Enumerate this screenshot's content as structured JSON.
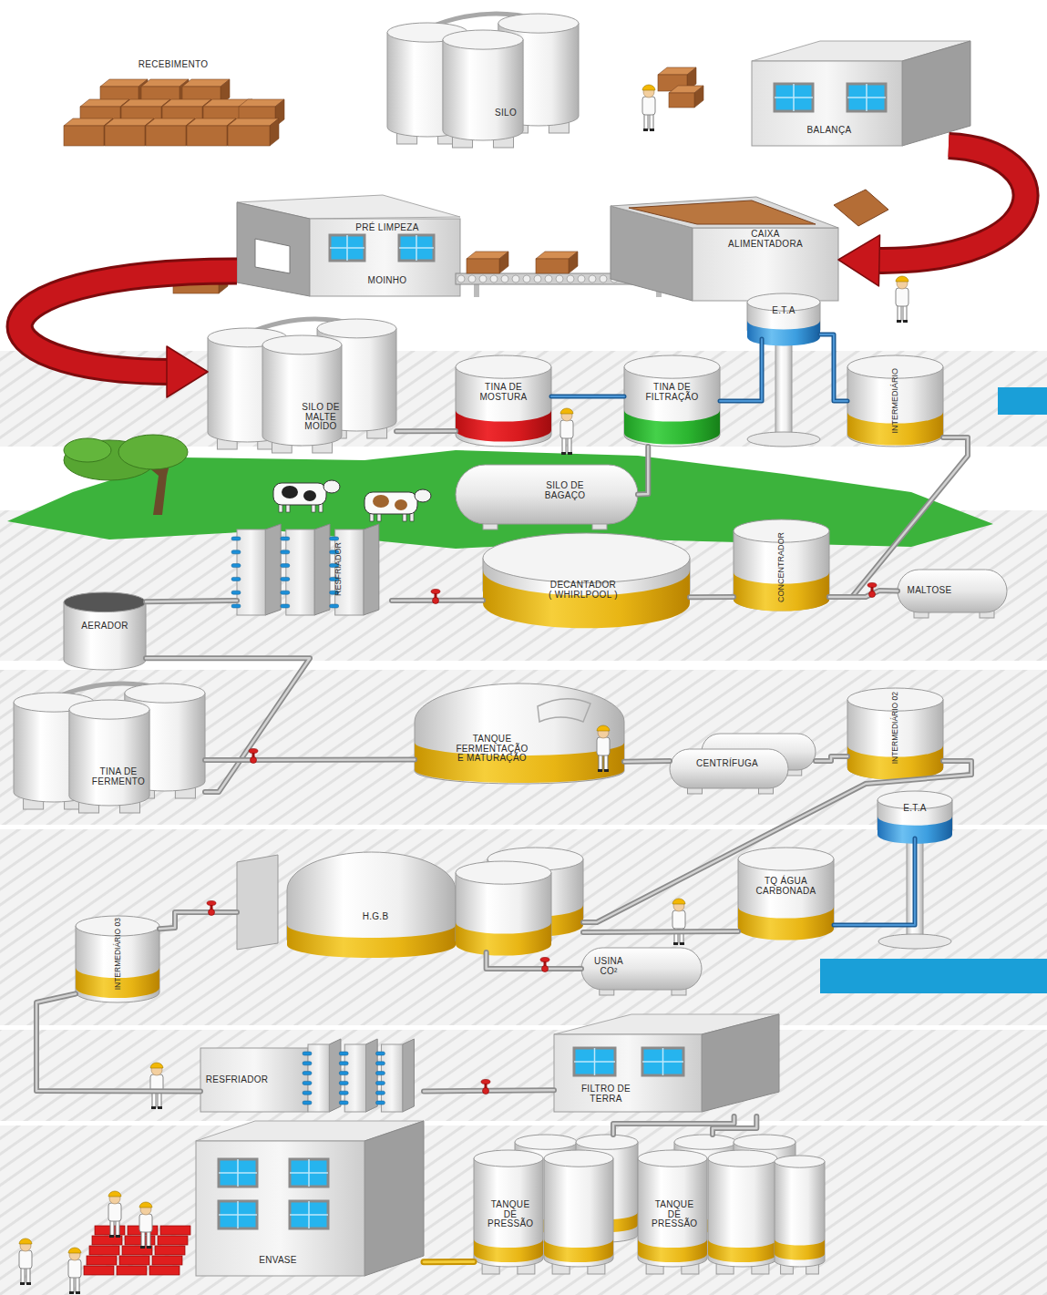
{
  "diagram": {
    "nodes": [
      {
        "text": [
          "RECEBIMENTO"
        ]
      },
      {
        "text": [
          "SILO"
        ]
      },
      {
        "text": [
          "BALANÇA"
        ]
      },
      {
        "text": [
          "PRÉ LIMPEZA",
          "MOINHO"
        ]
      },
      {
        "text": [
          "CAIXA ALIMENTADORA"
        ]
      },
      {
        "text": [
          "E.T.A"
        ]
      },
      {
        "text": [
          "SILO DE MALTE MOÍDO"
        ]
      },
      {
        "text": [
          "TINA DE MOSTURA"
        ]
      },
      {
        "text": [
          "TINA DE FILTRAÇÃO"
        ]
      },
      {
        "text": [
          "INTERMEDIÁRIO"
        ]
      },
      {
        "text": [
          "SILO DE BAGAÇO"
        ]
      },
      {
        "text": [
          "RESFRIADOR"
        ]
      },
      {
        "text": [
          "DECANTADOR ( WHIRLPOOL )"
        ]
      },
      {
        "text": [
          "CONCENTRADOR"
        ]
      },
      {
        "text": [
          "MALTOSE"
        ]
      },
      {
        "text": [
          "AERADOR"
        ]
      },
      {
        "text": [
          "TINA DE FERMENTO"
        ]
      },
      {
        "text": [
          "TANQUE FERMENTAÇÃO E MATURAÇÃO"
        ]
      },
      {
        "text": [
          "CENTRÍFUGA"
        ]
      },
      {
        "text": [
          "INTERMEDIÁRIO 02"
        ]
      },
      {
        "text": [
          "E.T.A"
        ]
      },
      {
        "text": [
          "H.G.B"
        ]
      },
      {
        "text": [
          "TQ ÁGUA CARBONADA"
        ]
      },
      {
        "text": [
          "USINA CO²"
        ]
      },
      {
        "text": [
          "INTERMEDIÁRIO 03"
        ]
      },
      {
        "text": [
          "RESFRIADOR"
        ]
      },
      {
        "text": [
          "FILTRO DE TERRA"
        ]
      },
      {
        "text": [
          "ENVASE"
        ]
      },
      {
        "text": [
          "TANQUE DE PRESSÃO"
        ]
      },
      {
        "text": [
          "TANQUE DE PRESSÃO"
        ]
      }
    ],
    "edges": [
      {
        "from": 2,
        "to": 4,
        "arrow": "to"
      },
      {
        "from": 3,
        "to": 6,
        "arrow": "to"
      },
      {
        "from": 6,
        "to": 7,
        "arrow": "none"
      },
      {
        "from": 7,
        "to": 8,
        "arrow": "none"
      },
      {
        "from": 5,
        "to": 8,
        "arrow": "none"
      },
      {
        "from": 5,
        "to": 9,
        "arrow": "none"
      },
      {
        "from": 8,
        "to": 10,
        "arrow": "none"
      },
      {
        "from": 9,
        "to": 13,
        "arrow": "none"
      },
      {
        "from": 13,
        "to": 14,
        "arrow": "none"
      },
      {
        "from": 13,
        "to": 12,
        "arrow": "none"
      },
      {
        "from": 12,
        "to": 11,
        "arrow": "none"
      },
      {
        "from": 11,
        "to": 15,
        "arrow": "none"
      },
      {
        "from": 15,
        "to": 16,
        "arrow": "none"
      },
      {
        "from": 16,
        "to": 17,
        "arrow": "none"
      },
      {
        "from": 17,
        "to": 18,
        "arrow": "none"
      },
      {
        "from": 18,
        "to": 19,
        "arrow": "none"
      },
      {
        "from": 19,
        "to": 21,
        "arrow": "none"
      },
      {
        "from": 20,
        "to": 22,
        "arrow": "none"
      },
      {
        "from": 22,
        "to": 21,
        "arrow": "none"
      },
      {
        "from": 21,
        "to": 23,
        "arrow": "none"
      },
      {
        "from": 21,
        "to": 24,
        "arrow": "none"
      },
      {
        "from": 24,
        "to": 25,
        "arrow": "none"
      },
      {
        "from": 25,
        "to": 26,
        "arrow": "none"
      },
      {
        "from": 26,
        "to": 28,
        "arrow": "none"
      },
      {
        "from": 26,
        "to": 29,
        "arrow": "none"
      },
      {
        "from": 28,
        "to": 27,
        "arrow": "none"
      }
    ]
  }
}
